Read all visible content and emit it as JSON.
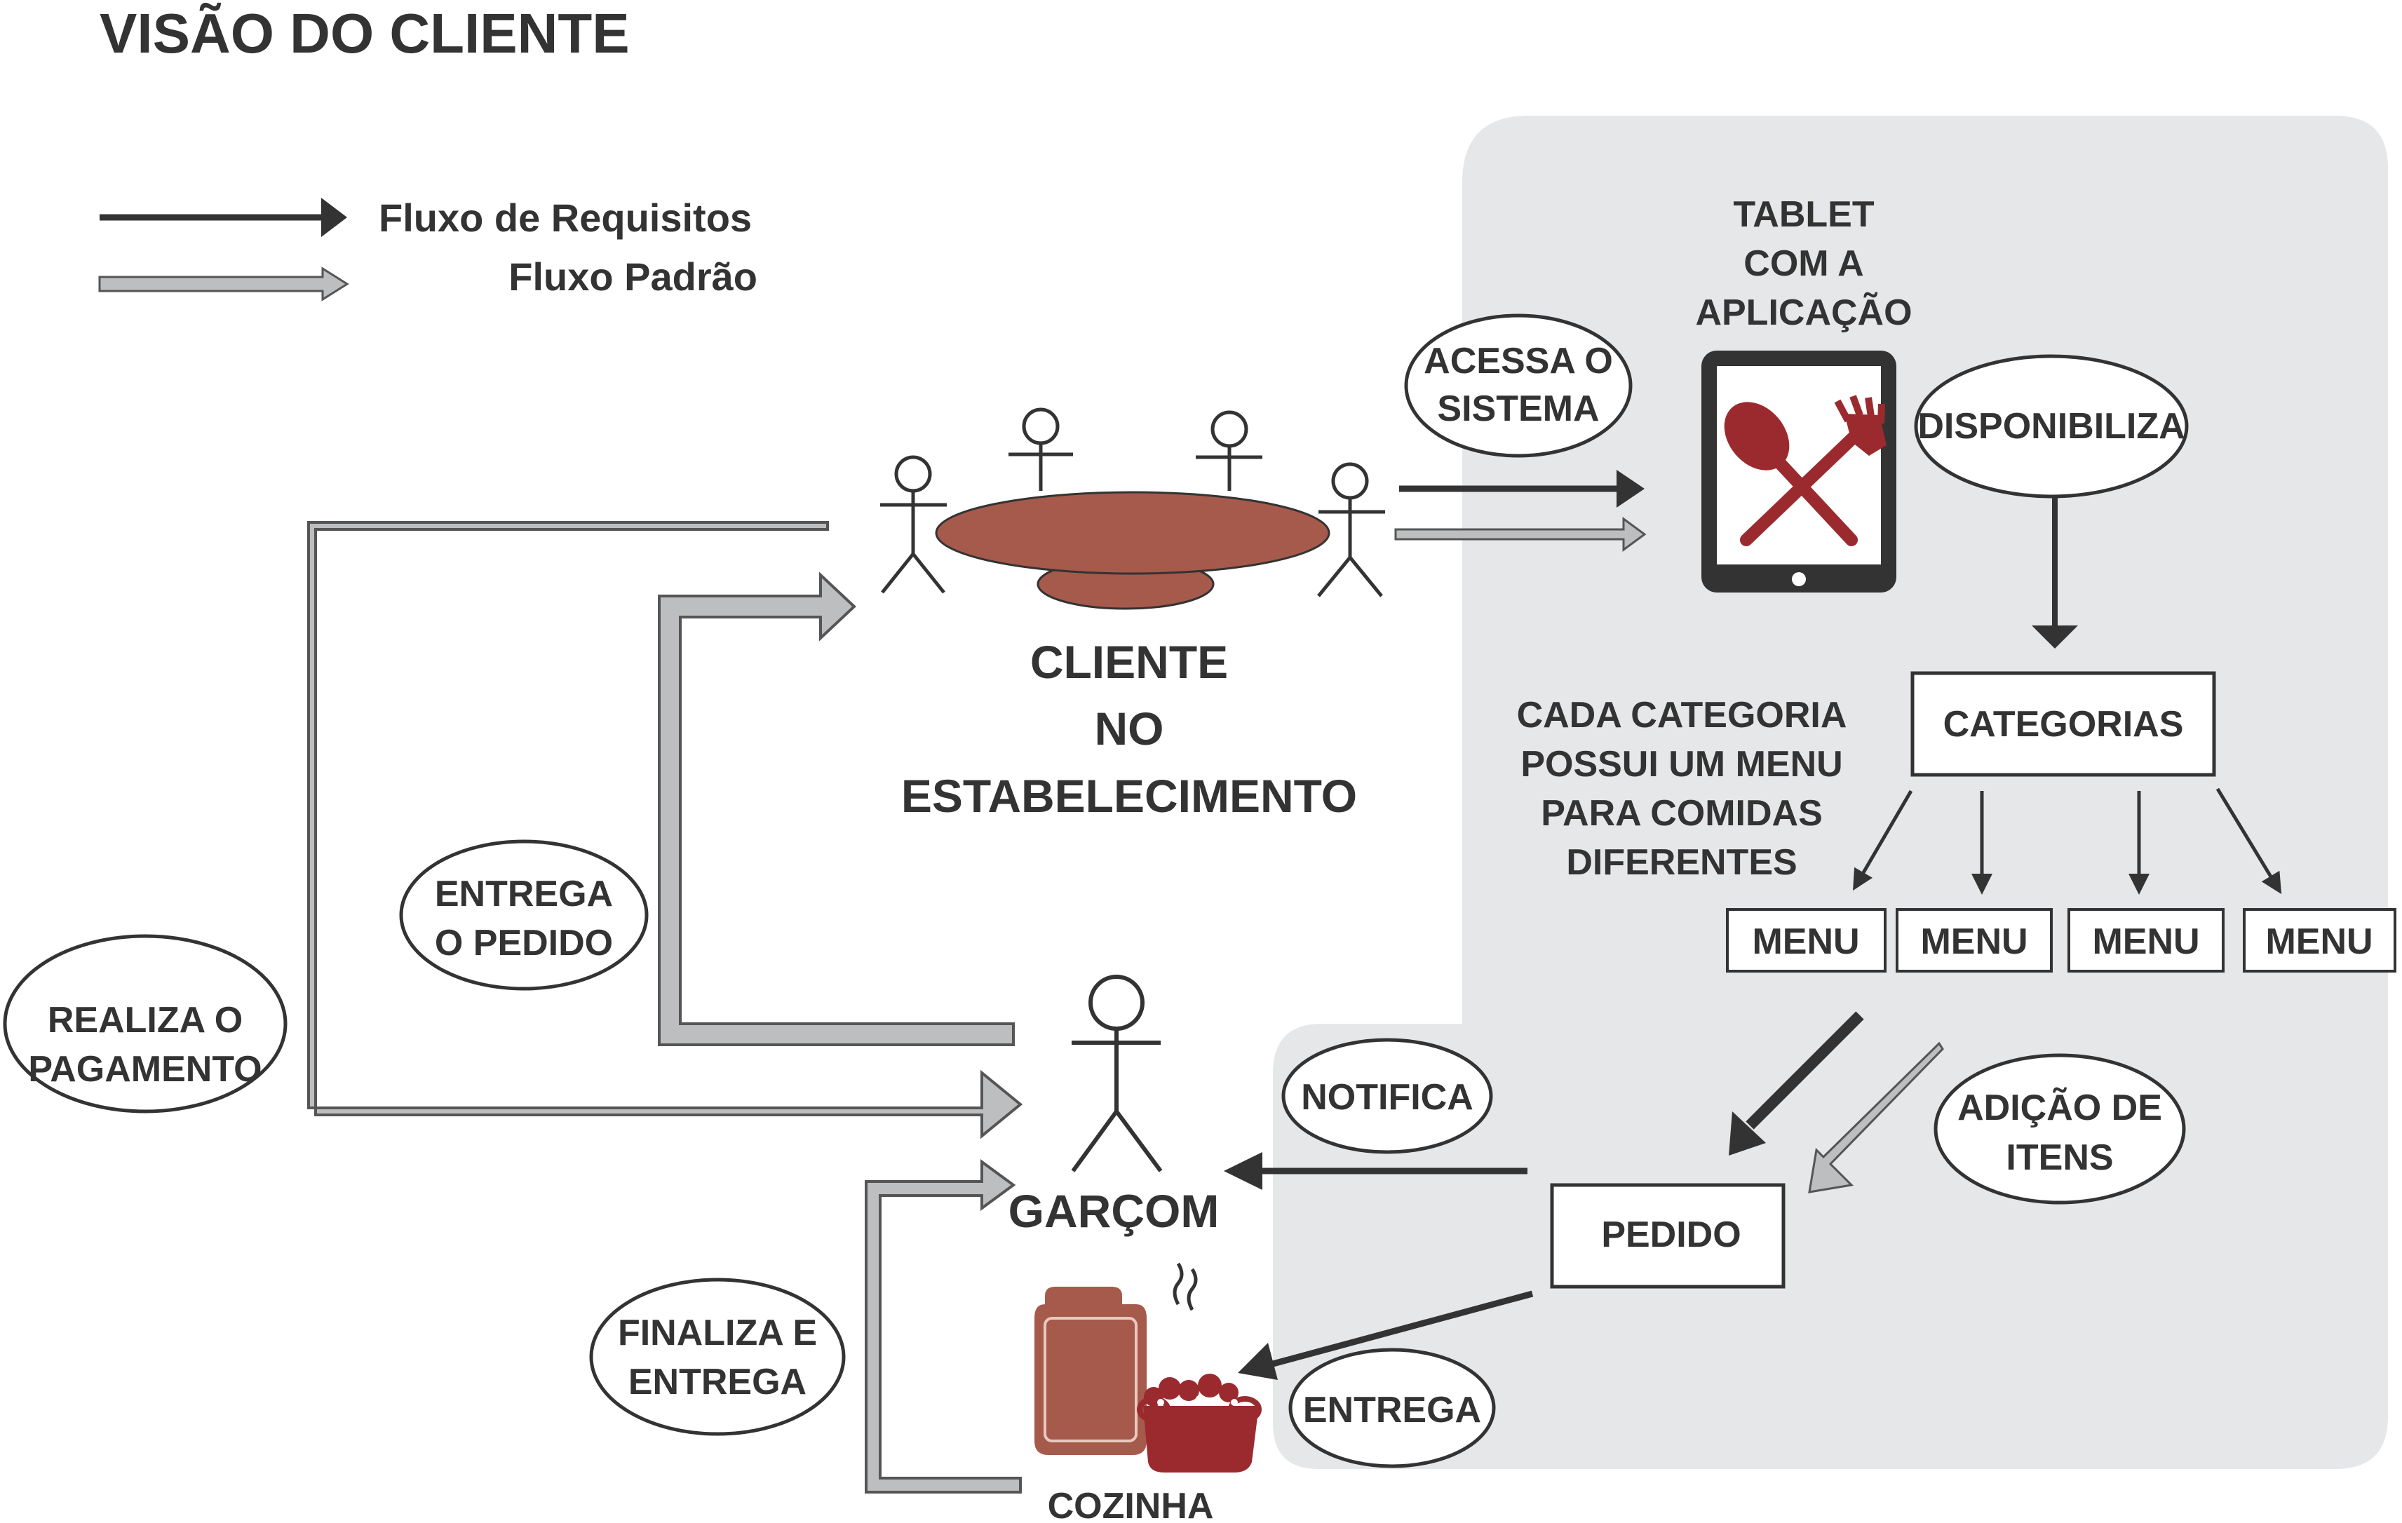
{
  "title": "VISÃO DO CLIENTE",
  "legend": {
    "requisitos": "Fluxo de Requisitos",
    "padrao": "Fluxo Padrão"
  },
  "nodes": {
    "cliente": [
      "CLIENTE",
      "NO",
      "ESTABELECIMENTO"
    ],
    "tablet": [
      "TABLET",
      "COM A",
      "APLICAÇÃO"
    ],
    "categorias": "CATEGORIAS",
    "menus": [
      "MENU",
      "MENU",
      "MENU",
      "MENU"
    ],
    "pedido": "PEDIDO",
    "garcom": "GARÇOM",
    "cozinha": "COZINHA"
  },
  "annotation": [
    "CADA CATEGORIA",
    "POSSUI UM MENU",
    "PARA COMIDAS",
    "DIFERENTES"
  ],
  "edge_labels": {
    "acessa": [
      "ACESSA O",
      "SISTEMA"
    ],
    "disponibiliza": "DISPONIBILIZA",
    "entrega_pedido": [
      "ENTREGA",
      "O PEDIDO"
    ],
    "realiza": [
      "REALIZA O",
      "PAGAMENTO"
    ],
    "notifica": "NOTIFICA",
    "adicao": [
      "ADIÇÃO DE",
      "ITENS"
    ],
    "entrega": "ENTREGA",
    "finaliza": [
      "FINALIZA E",
      "ENTREGA"
    ]
  },
  "colors": {
    "panel": "#E6E7E9",
    "ink": "#333333",
    "table": "#A65A4B",
    "utensils": "#9B2A2F",
    "pan": "#9B2A2F",
    "tray": "#A65A4B",
    "gray_arrow": "#BDBEC0"
  }
}
